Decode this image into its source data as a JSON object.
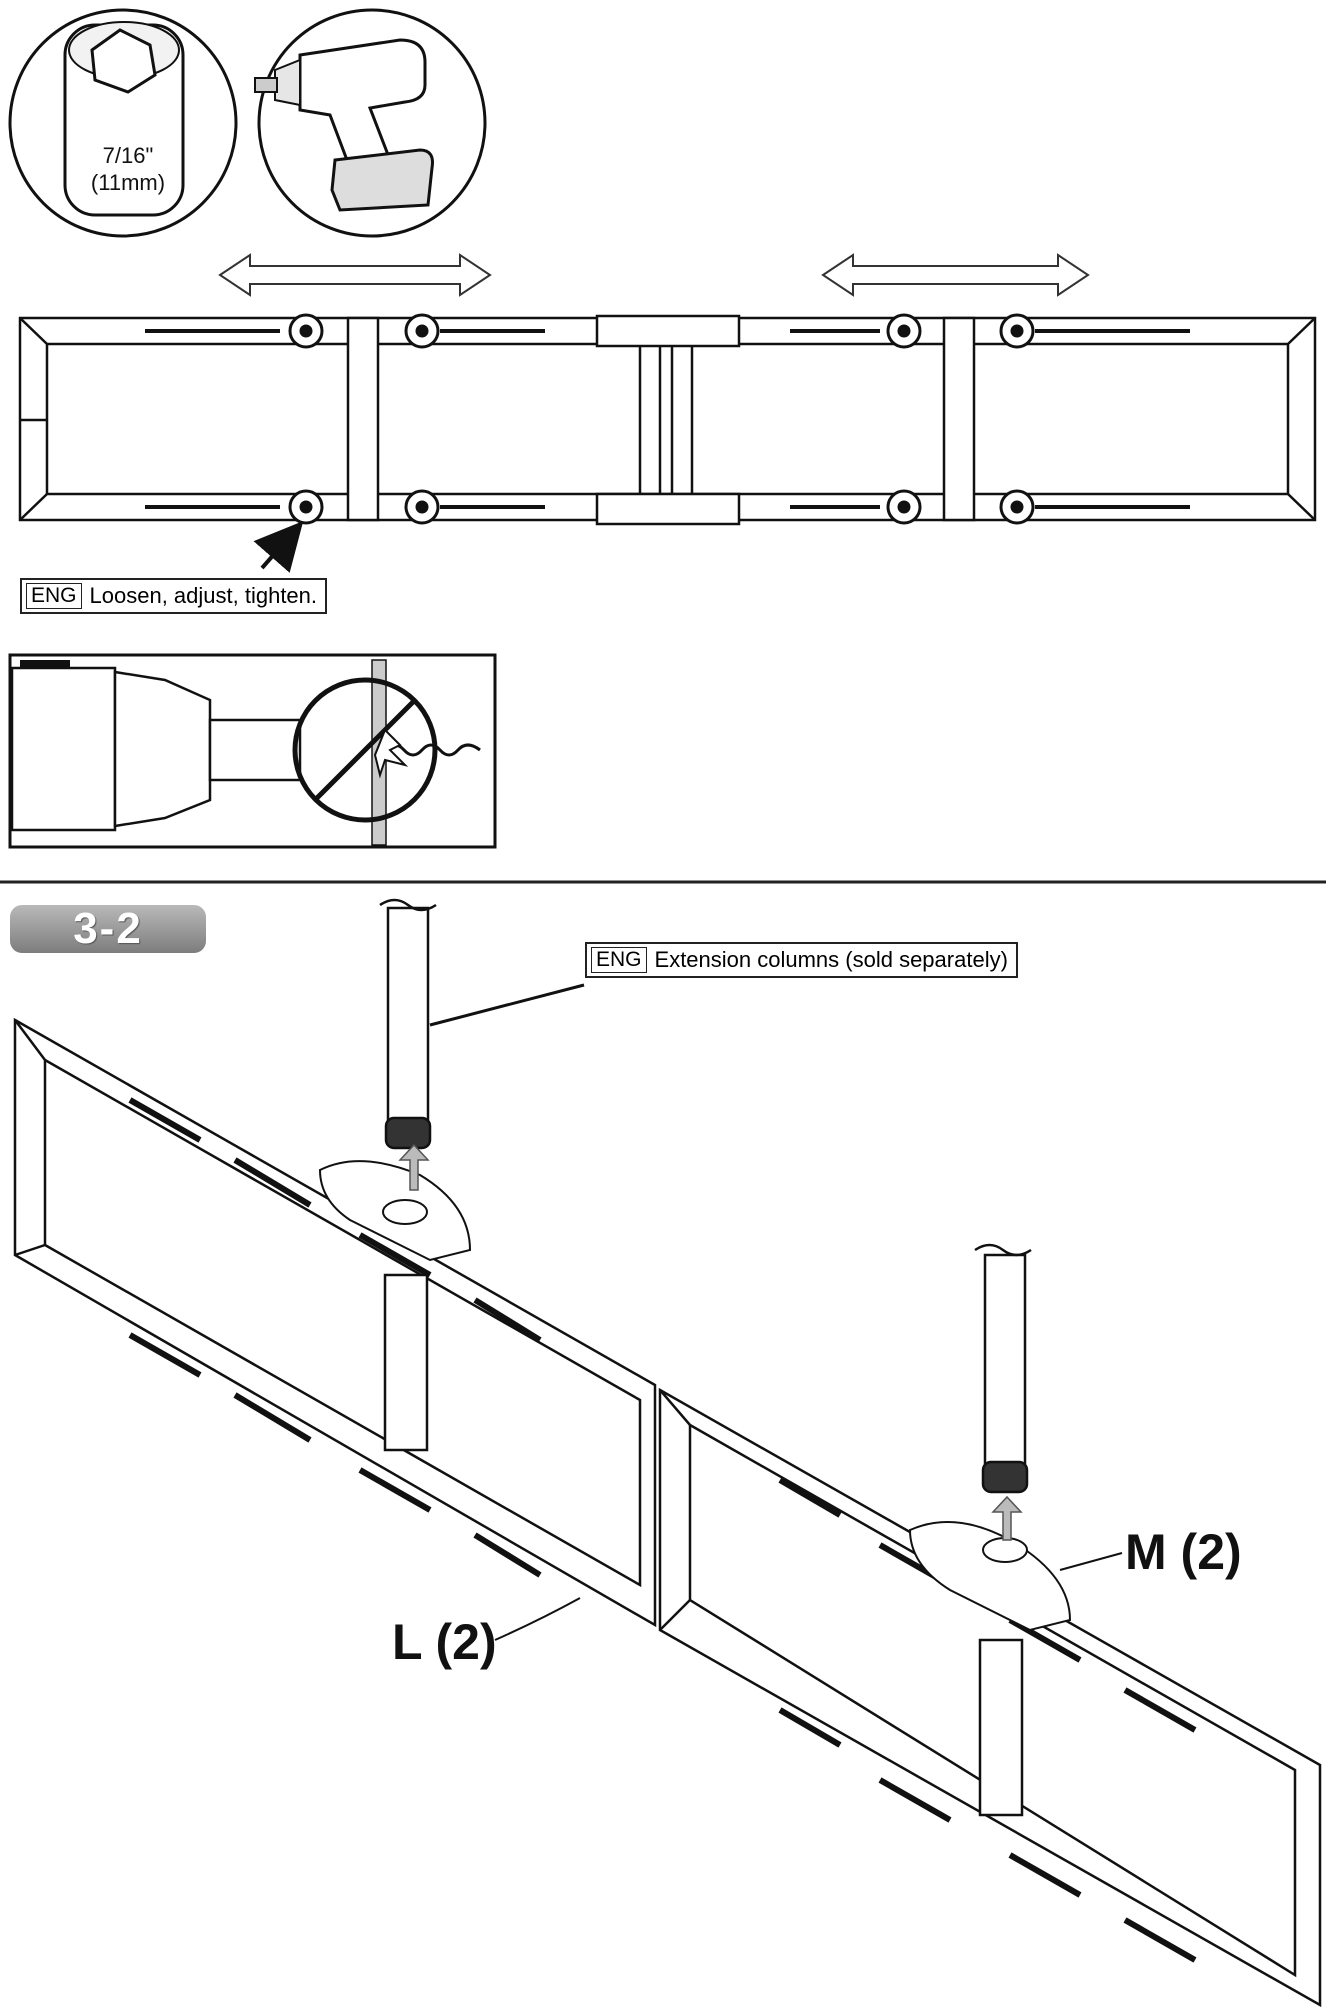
{
  "tools": {
    "socket_size": "7/16\"",
    "socket_metric": "(11mm)",
    "socket_icon": "hex-socket-icon",
    "drill_icon": "power-drill-icon"
  },
  "step_3_1": {
    "callout_lang": "ENG",
    "callout_text": "Loosen, adjust, tighten."
  },
  "warning": {
    "icon": "warning-triangle-icon",
    "prohibition_icon": "no-overtighten-icon"
  },
  "step_3_2": {
    "step_label": "3-2",
    "callout_lang": "ENG",
    "callout_text": "Extension columns (sold separately)",
    "part_m": "M (2)",
    "part_l": "L (2)"
  }
}
